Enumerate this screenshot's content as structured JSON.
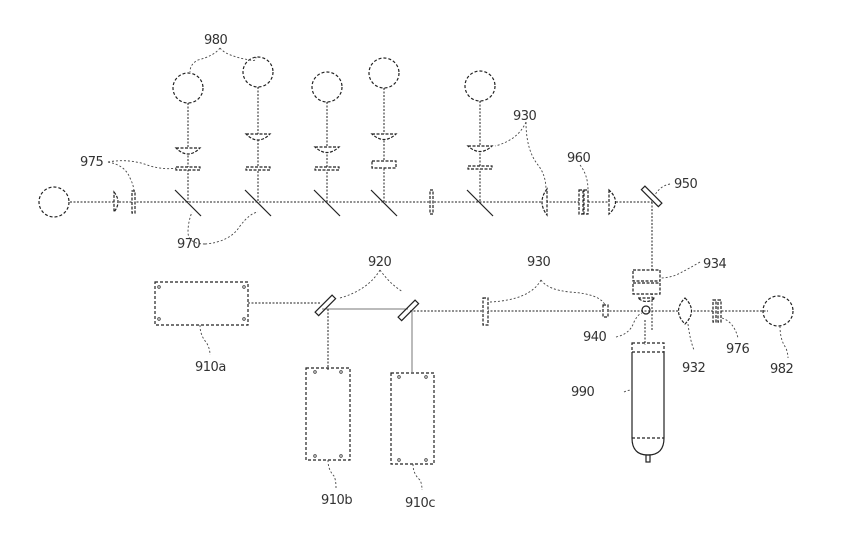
{
  "figure": {
    "type": "optical system schematic",
    "labels": {
      "detectors_top": "980",
      "filters": "975",
      "dichroic_mirrors": "970",
      "lenses_top": "930",
      "lens_group": "960",
      "mirror": "950",
      "beam_combiners": "920",
      "lenses_bottom": "930",
      "objective": "934",
      "sample": "940",
      "collection_lens": "932",
      "filter_976": "976",
      "detector_982": "982",
      "laser_a": "910a",
      "laser_b": "910b",
      "laser_c": "910c",
      "container": "990"
    }
  }
}
